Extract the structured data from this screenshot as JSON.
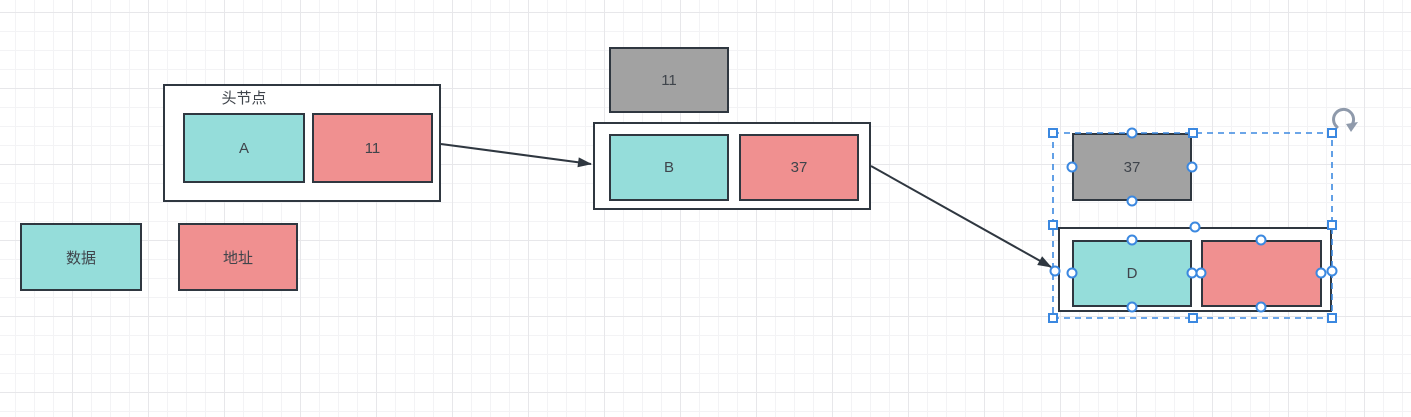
{
  "canvas": {
    "background": "#ffffff",
    "grid_minor_color": "#f3f3f5",
    "grid_major_color": "#e7e7ea"
  },
  "colors": {
    "data_fill": "#95ddda",
    "address_fill": "#f09090",
    "memory_fill": "#a2a2a2",
    "shape_border": "#2f3740",
    "selection_blue": "#3b88e0",
    "rotate_handle_gray": "#8f9aab",
    "text": "#3f444b"
  },
  "diagram": {
    "head_node": {
      "title": "头节点",
      "data_value": "A",
      "address_value": "11"
    },
    "node_b": {
      "memory_address": "11",
      "data_value": "B",
      "address_value": "37"
    },
    "node_d": {
      "memory_address": "37",
      "data_value": "D",
      "address_value": ""
    },
    "legend": {
      "data_label": "数据",
      "address_label": "地址"
    }
  }
}
